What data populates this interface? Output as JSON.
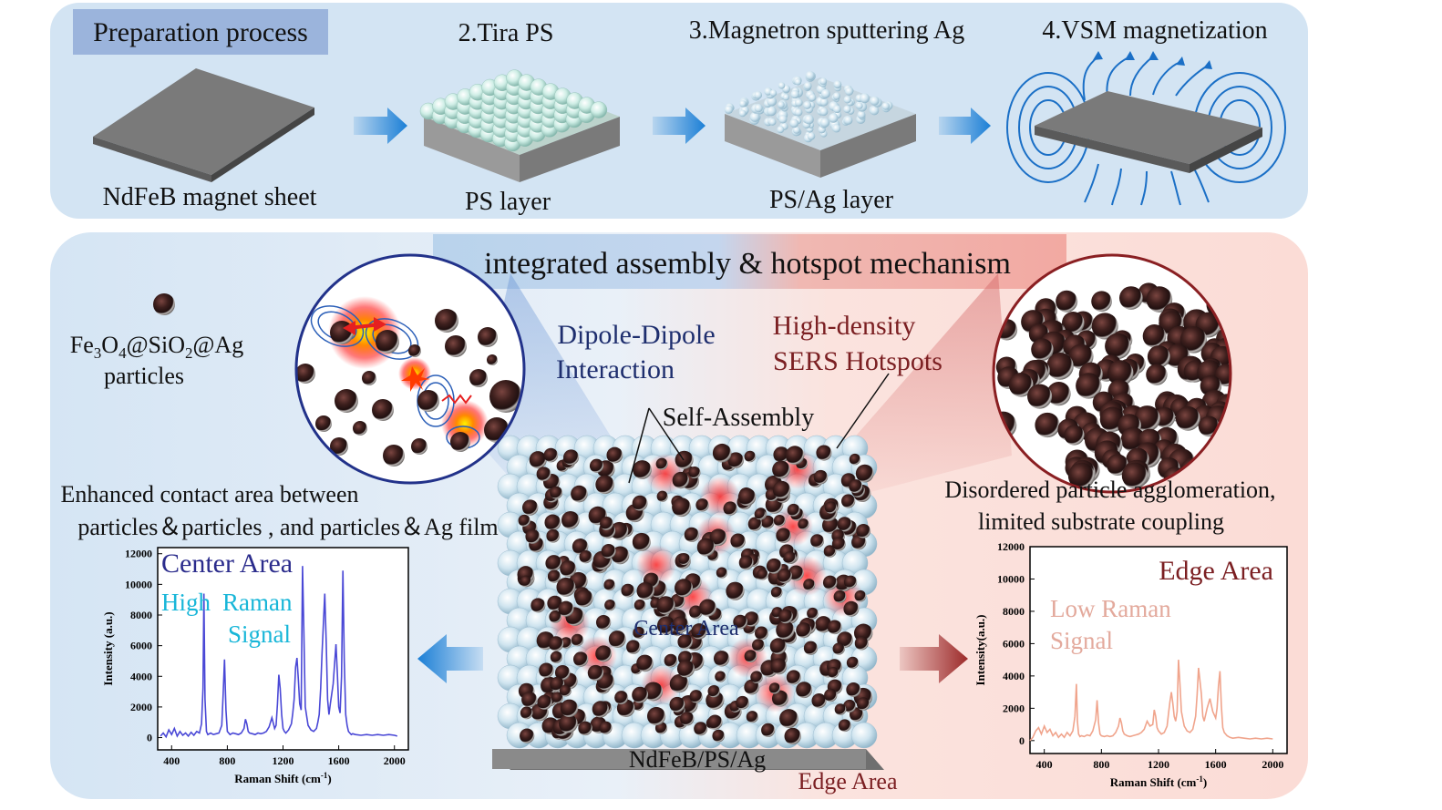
{
  "prep": {
    "title": "Preparation process",
    "step2": "2.Tira PS",
    "step3": "3.Magnetron sputtering Ag",
    "step4": "4.VSM magnetization",
    "sheet_label": "NdFeB magnet sheet",
    "ps_label": "PS layer",
    "psag_label": "PS/Ag layer"
  },
  "mech": {
    "title": "integrated assembly & hotspot mechanism",
    "particle_line1_parts": [
      "Fe",
      "3",
      "O",
      "4",
      "@SiO",
      "2",
      "@Ag"
    ],
    "particle_line2": "particles",
    "dipole_line1": "Dipole-Dipole",
    "dipole_line2": "Interaction",
    "hotspot_line1": "High-density",
    "hotspot_line2": "SERS Hotspots",
    "self_assembly": "Self-Assembly",
    "contact_line1": "Enhanced contact area between",
    "contact_line2": "particles＆particles , and particles＆Ag film",
    "disorder_line1": "Disordered particle agglomeration,",
    "disorder_line2": "limited substrate coupling",
    "center_area_label": "Center Area",
    "substrate_label": "NdFeB/PS/Ag",
    "edge_area_label": "Edge Area"
  },
  "colors": {
    "prep_bg": "#d3e4f3",
    "prep_title_bg": "#9bb4dc",
    "blue_arrow": "#1b7fd6",
    "red_arrow": "#9c2a2a",
    "center_line": "#4a48d6",
    "edge_line": "#f0a48c",
    "center_text": "#2b2c8c",
    "center_sub": "#18b6d8",
    "edge_title": "#7b1f22",
    "edge_sub": "#e3a99c",
    "dipole_text": "#1e2e6e",
    "hotspot_text": "#7b1f22"
  },
  "chart_data": [
    {
      "type": "line",
      "title": "Center Area",
      "annotation_parts": [
        "High",
        "Raman",
        "Signal"
      ],
      "xlabel": "Raman Shift (cm-1)",
      "ylabel": "Intensity (a.u.)",
      "xlim": [
        300,
        2100
      ],
      "ylim": [
        -800,
        12400
      ],
      "xticks": [
        400,
        800,
        1200,
        1600,
        2000
      ],
      "yticks": [
        0,
        2000,
        4000,
        6000,
        8000,
        10000,
        12000
      ],
      "x": [
        320,
        340,
        360,
        380,
        400,
        420,
        440,
        460,
        480,
        500,
        520,
        540,
        560,
        580,
        600,
        615,
        625,
        632,
        640,
        650,
        660,
        680,
        700,
        720,
        740,
        760,
        770,
        780,
        790,
        800,
        820,
        840,
        860,
        880,
        900,
        920,
        930,
        940,
        950,
        960,
        980,
        1000,
        1020,
        1040,
        1060,
        1080,
        1100,
        1120,
        1140,
        1150,
        1160,
        1170,
        1180,
        1190,
        1200,
        1210,
        1220,
        1240,
        1260,
        1270,
        1280,
        1290,
        1300,
        1310,
        1320,
        1330,
        1340,
        1350,
        1360,
        1380,
        1400,
        1420,
        1440,
        1450,
        1460,
        1470,
        1480,
        1500,
        1510,
        1520,
        1530,
        1540,
        1560,
        1580,
        1590,
        1600,
        1610,
        1620,
        1630,
        1640,
        1650,
        1660,
        1670,
        1680,
        1690,
        1700,
        1720,
        1760,
        1800,
        1840,
        1880,
        1920,
        1960,
        2000,
        2020
      ],
      "y": [
        100,
        300,
        50,
        500,
        200,
        600,
        100,
        400,
        150,
        300,
        100,
        350,
        150,
        400,
        300,
        900,
        3200,
        9400,
        2500,
        400,
        200,
        300,
        200,
        250,
        300,
        800,
        2800,
        5100,
        1800,
        400,
        200,
        300,
        250,
        200,
        300,
        600,
        1200,
        900,
        400,
        300,
        250,
        200,
        300,
        250,
        300,
        400,
        700,
        1300,
        600,
        800,
        2200,
        4100,
        3200,
        1500,
        600,
        400,
        300,
        500,
        900,
        1600,
        2500,
        4600,
        5200,
        3800,
        2200,
        1800,
        11200,
        6800,
        2000,
        800,
        500,
        400,
        600,
        1000,
        1500,
        3200,
        5500,
        9400,
        6200,
        2500,
        1500,
        2200,
        3500,
        6100,
        4200,
        2000,
        1600,
        4000,
        10900,
        5000,
        1500,
        800,
        400,
        300,
        200,
        250,
        200,
        150,
        200,
        150,
        200,
        150,
        200,
        150,
        100
      ]
    },
    {
      "type": "line",
      "title": "Edge Area",
      "annotation_parts": [
        "Low Raman",
        "Signal"
      ],
      "xlabel": "Raman Shift (cm-1)",
      "ylabel": "Intensity(a.u.)",
      "xlim": [
        300,
        2100
      ],
      "ylim": [
        -800,
        12000
      ],
      "xticks": [
        400,
        800,
        1200,
        1600,
        2000
      ],
      "yticks": [
        0,
        2000,
        4000,
        6000,
        8000,
        10000,
        12000
      ],
      "x": [
        300,
        320,
        340,
        360,
        380,
        400,
        420,
        440,
        460,
        480,
        500,
        520,
        540,
        560,
        580,
        600,
        615,
        625,
        632,
        640,
        650,
        660,
        680,
        700,
        720,
        740,
        760,
        770,
        780,
        790,
        800,
        820,
        840,
        860,
        880,
        900,
        920,
        930,
        940,
        950,
        960,
        980,
        1000,
        1020,
        1040,
        1060,
        1080,
        1100,
        1120,
        1140,
        1160,
        1170,
        1180,
        1190,
        1200,
        1220,
        1240,
        1260,
        1270,
        1280,
        1290,
        1300,
        1310,
        1320,
        1330,
        1340,
        1350,
        1360,
        1380,
        1400,
        1420,
        1440,
        1460,
        1470,
        1480,
        1500,
        1510,
        1520,
        1540,
        1560,
        1580,
        1600,
        1610,
        1620,
        1630,
        1640,
        1650,
        1660,
        1680,
        1700,
        1720,
        1760,
        1800,
        1840,
        1880,
        1920,
        1960,
        2000
      ],
      "y": [
        0,
        200,
        600,
        800,
        400,
        900,
        500,
        700,
        300,
        500,
        200,
        400,
        200,
        500,
        300,
        600,
        1500,
        3500,
        1200,
        400,
        250,
        300,
        250,
        350,
        300,
        600,
        1300,
        2500,
        1100,
        400,
        300,
        250,
        300,
        250,
        300,
        500,
        900,
        1400,
        1100,
        600,
        400,
        300,
        250,
        300,
        350,
        400,
        500,
        700,
        1200,
        900,
        1000,
        1900,
        1500,
        800,
        600,
        400,
        500,
        900,
        1700,
        2400,
        3000,
        2300,
        1500,
        1200,
        1800,
        5000,
        3500,
        1800,
        900,
        600,
        500,
        700,
        1500,
        2800,
        4500,
        2900,
        1500,
        1200,
        2000,
        2600,
        1800,
        1400,
        2000,
        3400,
        4300,
        2200,
        800,
        500,
        300,
        200,
        150,
        200,
        150,
        100,
        150,
        100,
        150,
        100
      ]
    }
  ]
}
